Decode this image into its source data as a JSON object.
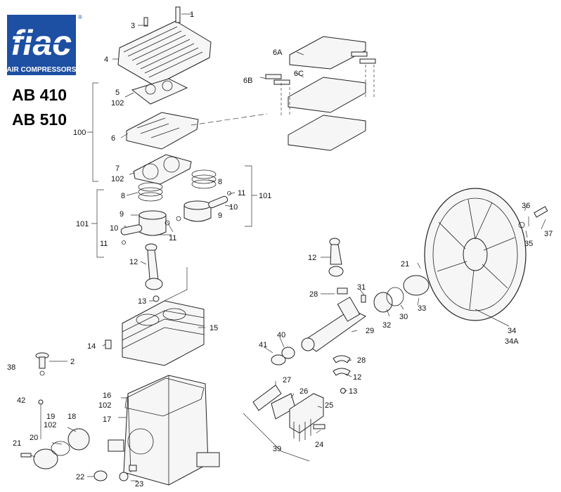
{
  "brand": {
    "logo_text": "fiac",
    "tagline": "AIR COMPRESSORS",
    "registered": "®",
    "colors": {
      "primary": "#1d4fa3",
      "white": "#ffffff"
    }
  },
  "models": [
    "AB 410",
    "AB 510"
  ],
  "callouts": [
    {
      "id": "c1",
      "text": "1"
    },
    {
      "id": "c3",
      "text": "3"
    },
    {
      "id": "c4",
      "text": "4"
    },
    {
      "id": "c5",
      "text": "5"
    },
    {
      "id": "c102a",
      "text": "102"
    },
    {
      "id": "c100",
      "text": "100"
    },
    {
      "id": "c6",
      "text": "6"
    },
    {
      "id": "c7",
      "text": "7"
    },
    {
      "id": "c102b",
      "text": "102"
    },
    {
      "id": "c8a",
      "text": "8"
    },
    {
      "id": "c8b",
      "text": "8"
    },
    {
      "id": "c9a",
      "text": "9"
    },
    {
      "id": "c9b",
      "text": "9"
    },
    {
      "id": "c10a",
      "text": "10"
    },
    {
      "id": "c10b",
      "text": "10"
    },
    {
      "id": "c11a",
      "text": "11"
    },
    {
      "id": "c11b",
      "text": "11"
    },
    {
      "id": "c11c",
      "text": "11"
    },
    {
      "id": "c101a",
      "text": "101"
    },
    {
      "id": "c101b",
      "text": "101"
    },
    {
      "id": "c6A",
      "text": "6A"
    },
    {
      "id": "c6B",
      "text": "6B"
    },
    {
      "id": "c6C",
      "text": "6C"
    },
    {
      "id": "c12a",
      "text": "12"
    },
    {
      "id": "c12b",
      "text": "12"
    },
    {
      "id": "c12c",
      "text": "12"
    },
    {
      "id": "c13a",
      "text": "13"
    },
    {
      "id": "c13b",
      "text": "13"
    },
    {
      "id": "c14",
      "text": "14"
    },
    {
      "id": "c15",
      "text": "15"
    },
    {
      "id": "c2",
      "text": "2"
    },
    {
      "id": "c38",
      "text": "38"
    },
    {
      "id": "c16",
      "text": "16"
    },
    {
      "id": "c102c",
      "text": "102"
    },
    {
      "id": "c17",
      "text": "17"
    },
    {
      "id": "c42",
      "text": "42"
    },
    {
      "id": "c19",
      "text": "19"
    },
    {
      "id": "c102d",
      "text": "102"
    },
    {
      "id": "c18",
      "text": "18"
    },
    {
      "id": "c20",
      "text": "20"
    },
    {
      "id": "c21a",
      "text": "21"
    },
    {
      "id": "c22",
      "text": "22"
    },
    {
      "id": "c23",
      "text": "23"
    },
    {
      "id": "c21b",
      "text": "21"
    },
    {
      "id": "c28a",
      "text": "28"
    },
    {
      "id": "c28b",
      "text": "28"
    },
    {
      "id": "c31",
      "text": "31"
    },
    {
      "id": "c29",
      "text": "29"
    },
    {
      "id": "c30",
      "text": "30"
    },
    {
      "id": "c32",
      "text": "32"
    },
    {
      "id": "c33",
      "text": "33"
    },
    {
      "id": "c34",
      "text": "34"
    },
    {
      "id": "c34A",
      "text": "34A"
    },
    {
      "id": "c35",
      "text": "35"
    },
    {
      "id": "c36",
      "text": "36"
    },
    {
      "id": "c37",
      "text": "37"
    },
    {
      "id": "c40",
      "text": "40"
    },
    {
      "id": "c41",
      "text": "41"
    },
    {
      "id": "c27",
      "text": "27"
    },
    {
      "id": "c26",
      "text": "26"
    },
    {
      "id": "c25",
      "text": "25"
    },
    {
      "id": "c24",
      "text": "24"
    },
    {
      "id": "c39",
      "text": "39"
    }
  ]
}
